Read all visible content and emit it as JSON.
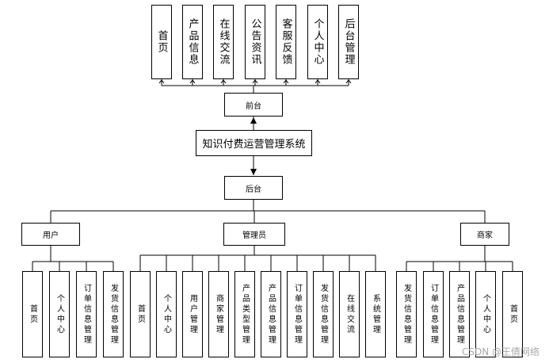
{
  "diagram": {
    "center": "知识付费运营管理系统",
    "front": "前台",
    "back": "后台",
    "front_modules": [
      "首页",
      "产品信息",
      "在线交流",
      "公告资讯",
      "客服反馈",
      "个人中心",
      "后台管理"
    ],
    "roles": [
      {
        "label": "用户",
        "modules": [
          "首页",
          "个人中心",
          "订单信息管理",
          "发货信息管理"
        ]
      },
      {
        "label": "管理员",
        "modules": [
          "首页",
          "个人中心",
          "用户管理",
          "商家管理",
          "产品类型管理",
          "产品信息管理",
          "订单信息管理",
          "发货信息管理",
          "在线交流",
          "系统管理"
        ]
      },
      {
        "label": "商家",
        "modules": [
          "发货信息管理",
          "订单信息管理",
          "产品信息管理",
          "个人中心",
          "首页"
        ]
      }
    ]
  },
  "watermark": "CSDN @王倩网络"
}
